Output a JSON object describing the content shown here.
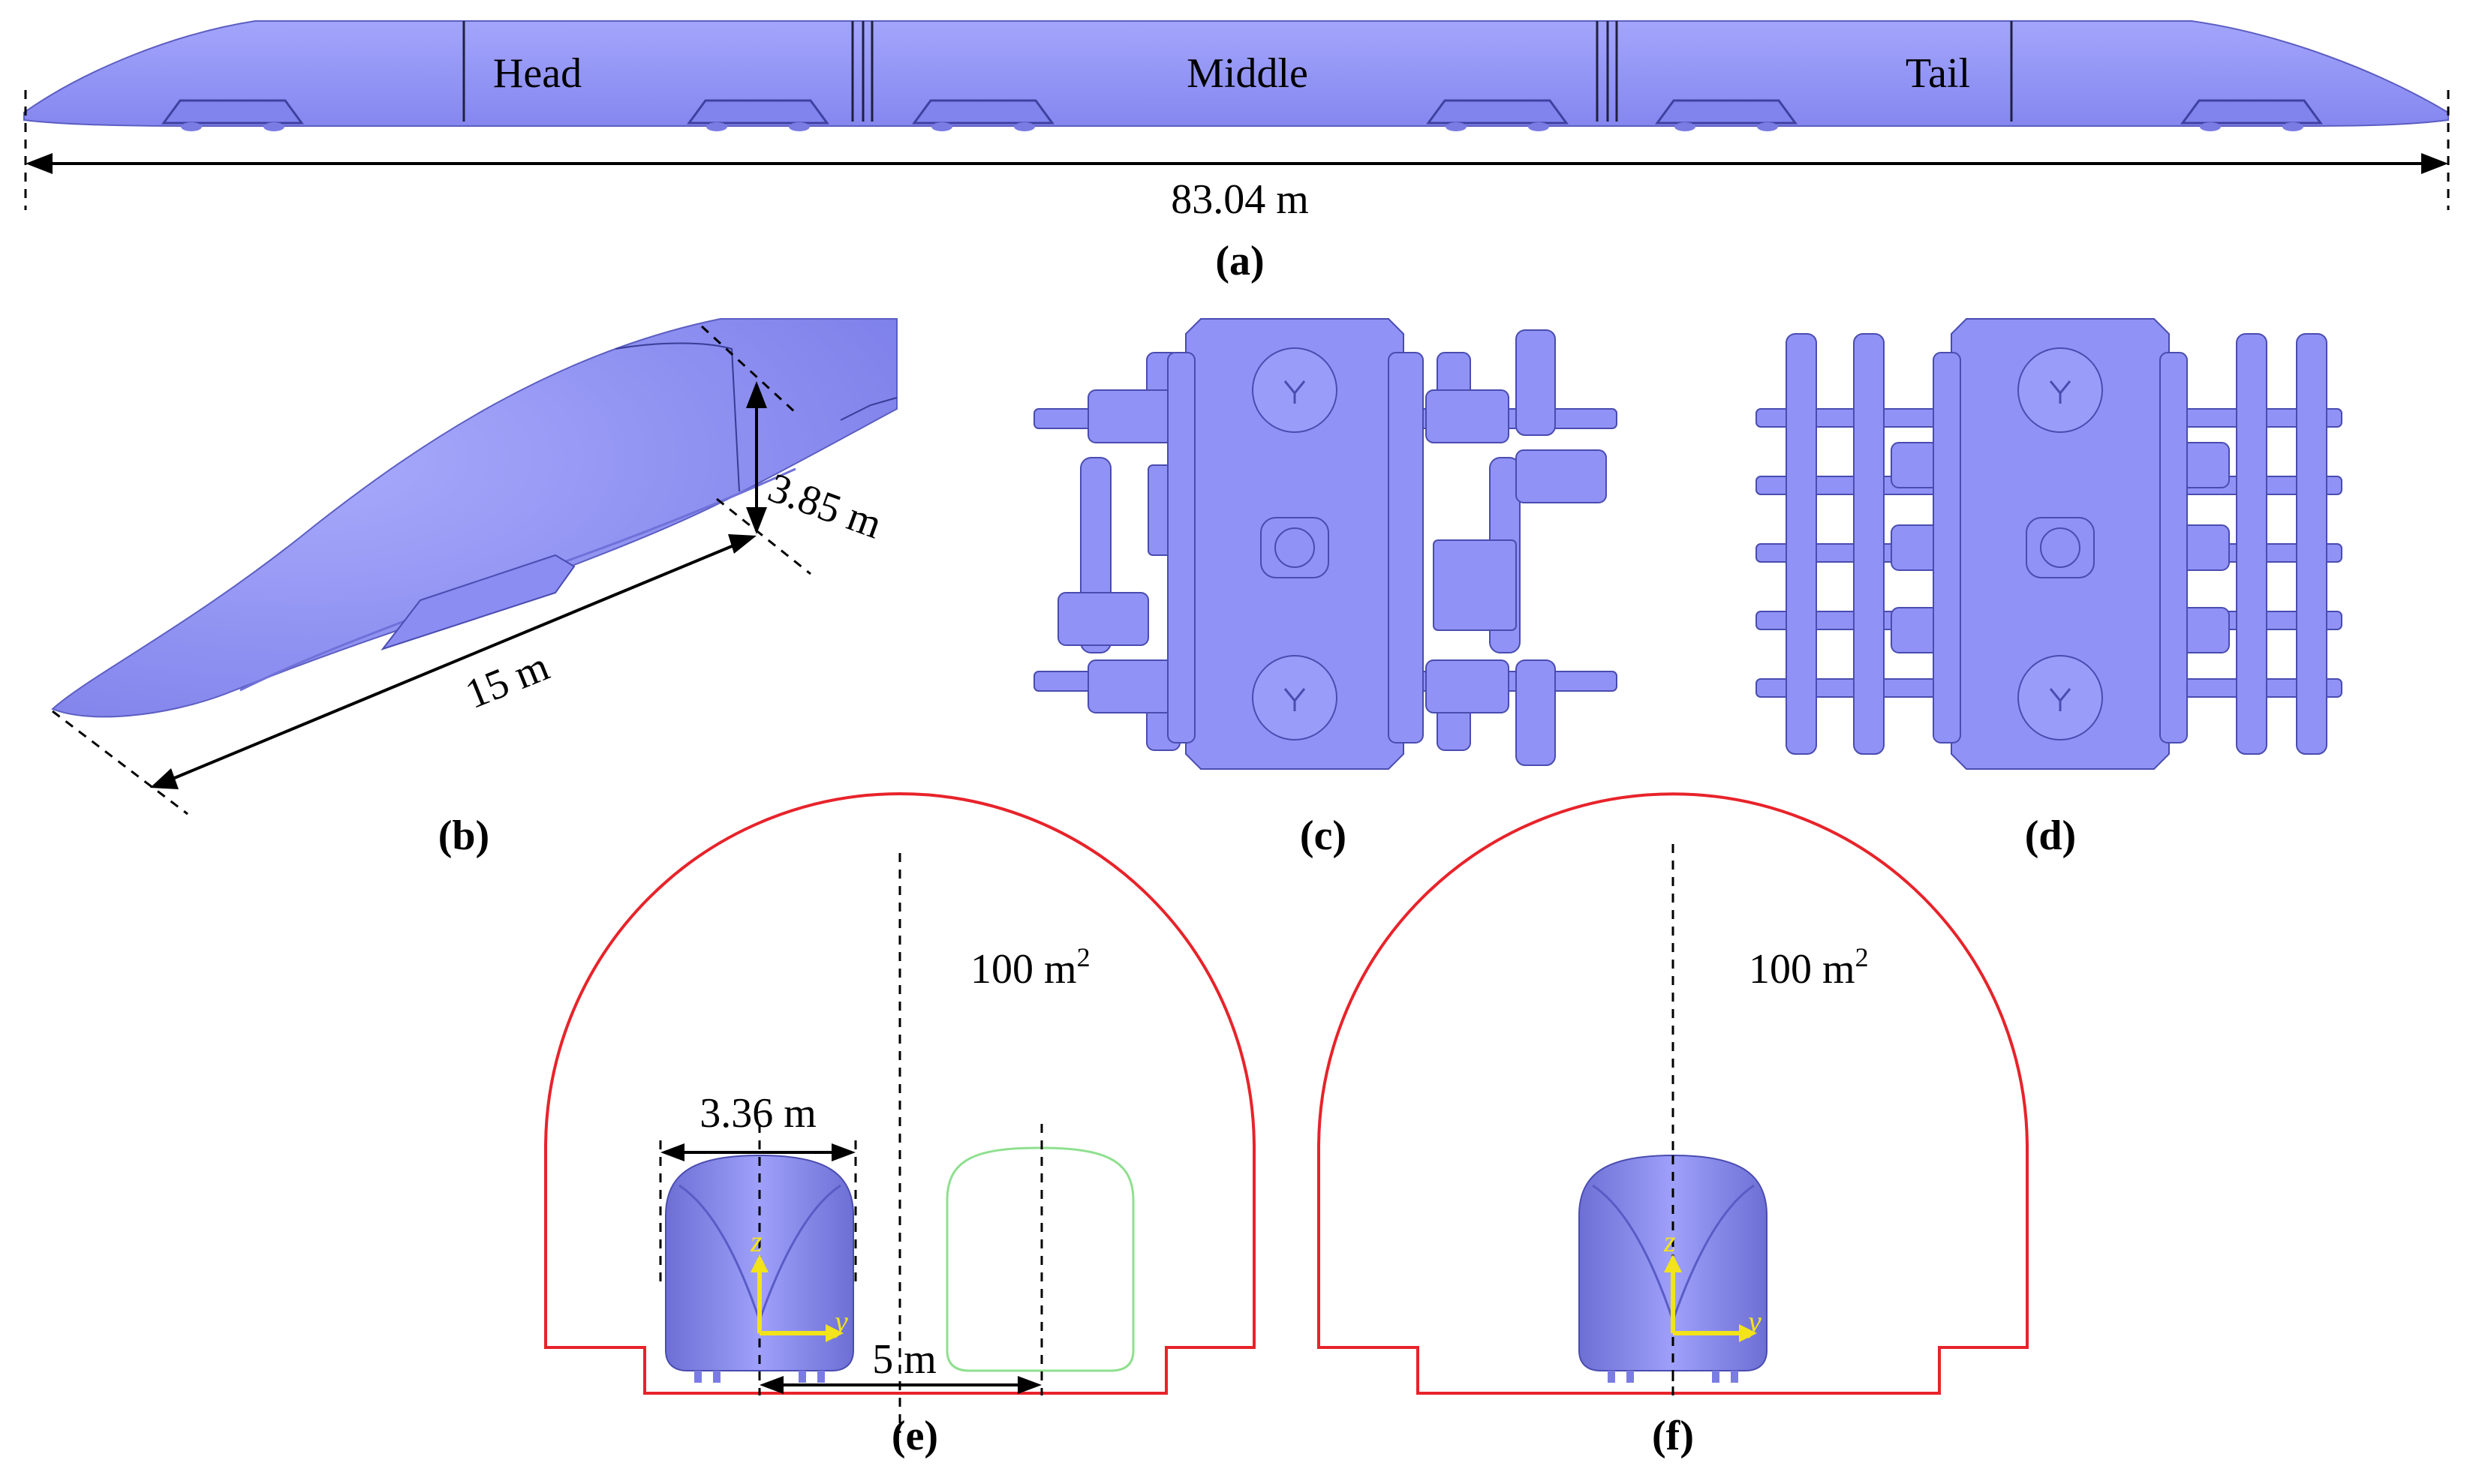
{
  "colors": {
    "body": "#9496f8",
    "body_dark": "#6e70d6",
    "tunnel": "#e8232a",
    "ghost": "#8fe08f",
    "axis": "#f2e31a"
  },
  "panel_a": {
    "sections": [
      "Head",
      "Middle",
      "Tail"
    ],
    "length": "83.04 m",
    "caption": "(a)"
  },
  "panel_b": {
    "height": "3.85 m",
    "length": "15 m",
    "caption": "(b)"
  },
  "panel_c": {
    "caption": "(c)"
  },
  "panel_d": {
    "caption": "(d)"
  },
  "panel_e": {
    "area_base": "100 m",
    "area_sup": "2",
    "width": "3.36 m",
    "offset": "5 m",
    "axis_z": "z",
    "axis_y": "y",
    "caption": "(e)"
  },
  "panel_f": {
    "area_base": "100 m",
    "area_sup": "2",
    "axis_z": "z",
    "axis_y": "y",
    "caption": "(f)"
  }
}
